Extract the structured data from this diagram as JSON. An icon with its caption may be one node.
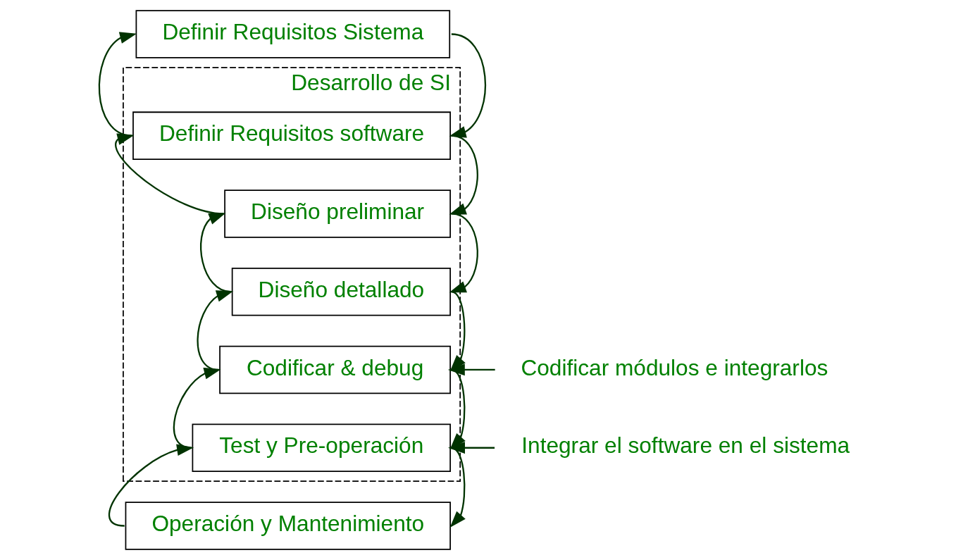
{
  "diagram": {
    "nodes": [
      {
        "text": [
          "Definir Requisitos Sistema"
        ]
      },
      {
        "text": [
          "Desarrollo de SI"
        ]
      },
      {
        "text": [
          "Definir Requisitos software"
        ],
        "in": 1
      },
      {
        "text": [
          "Diseño preliminar"
        ],
        "in": 1
      },
      {
        "text": [
          "Diseño detallado"
        ],
        "in": 1
      },
      {
        "text": [
          "Codificar & debug"
        ],
        "in": 1
      },
      {
        "text": [
          "Test y Pre-operación"
        ],
        "in": 1
      },
      {
        "text": [
          "Operación y Mantenimiento"
        ]
      },
      {
        "text": [
          "Codificar módulos e integrarlos"
        ]
      },
      {
        "text": [
          "Integrar el software en el sistema"
        ]
      }
    ],
    "edges": [
      {
        "from": 0,
        "to": 2,
        "arrow": "to"
      },
      {
        "from": 2,
        "to": 0,
        "arrow": "to"
      },
      {
        "from": 2,
        "to": 3,
        "arrow": "to"
      },
      {
        "from": 3,
        "to": 2,
        "arrow": "to"
      },
      {
        "from": 3,
        "to": 4,
        "arrow": "to"
      },
      {
        "from": 4,
        "to": 3,
        "arrow": "to"
      },
      {
        "from": 4,
        "to": 5,
        "arrow": "to"
      },
      {
        "from": 5,
        "to": 4,
        "arrow": "to"
      },
      {
        "from": 5,
        "to": 6,
        "arrow": "to"
      },
      {
        "from": 6,
        "to": 5,
        "arrow": "to"
      },
      {
        "from": 6,
        "to": 7,
        "arrow": "to"
      },
      {
        "from": 7,
        "to": 6,
        "arrow": "to"
      },
      {
        "from": 8,
        "to": 5,
        "arrow": "to"
      },
      {
        "from": 9,
        "to": 6,
        "arrow": "to"
      }
    ]
  }
}
